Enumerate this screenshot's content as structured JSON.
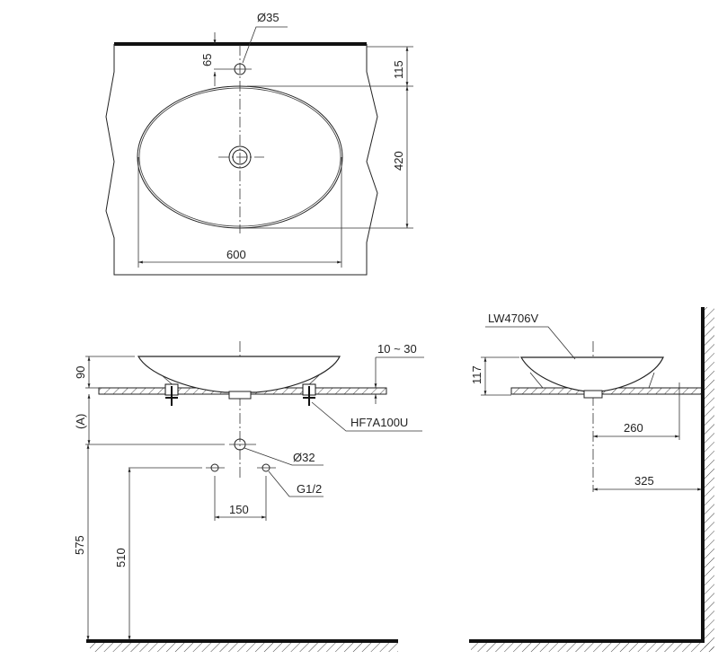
{
  "top_view": {
    "faucet_hole_diameter": "Ø35",
    "dim_edge_to_hole": "65",
    "dim_edge_to_basin": "115",
    "dim_basin_depth": "420",
    "dim_basin_width": "600"
  },
  "front_view": {
    "dim_basin_height": "90",
    "dim_counter_thickness": "10 ~ 30",
    "mounting_part": "HF7A100U",
    "dim_a": "(A)",
    "drain_diameter": "Ø32",
    "supply_thread": "G1/2",
    "dim_supply_spacing": "150",
    "dim_drain_height": "575",
    "dim_supply_height": "510"
  },
  "side_view": {
    "model": "LW4706V",
    "dim_total_height": "117",
    "dim_center_to_edge": "260",
    "dim_center_to_wall": "325"
  }
}
